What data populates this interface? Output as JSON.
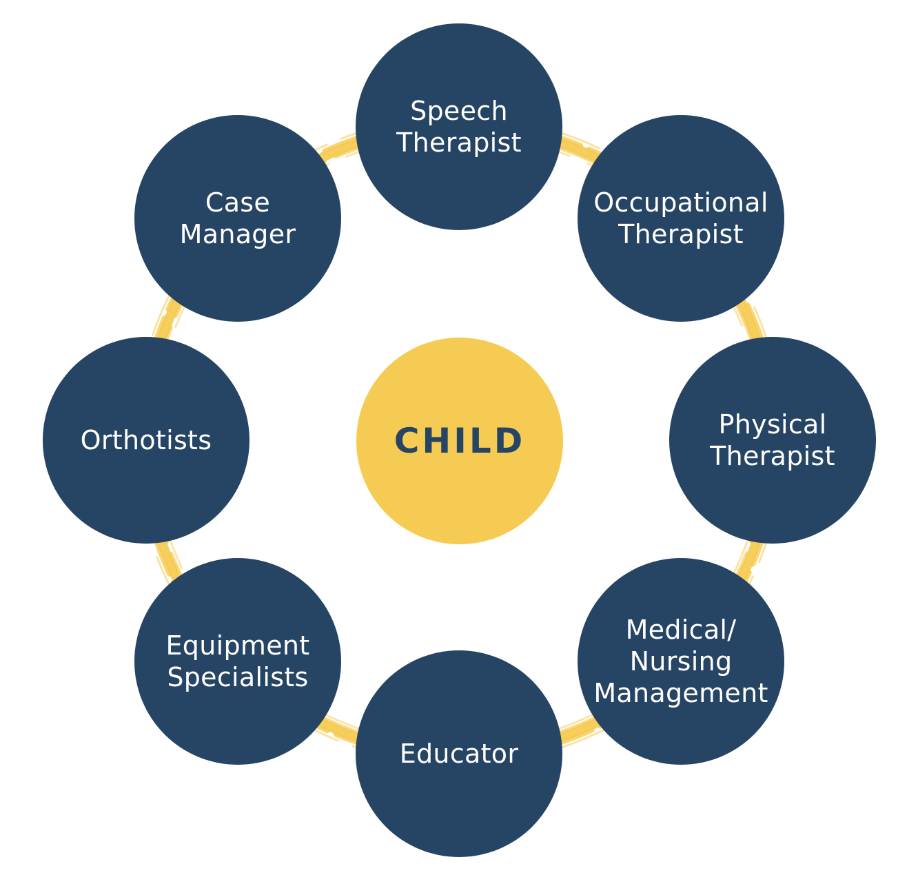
{
  "colors": {
    "node_fill": "#264463",
    "center_fill": "#F6CB53",
    "center_text": "#264463",
    "ring": "#F6CB53",
    "node_text": "#FFFFFF"
  },
  "center": {
    "label": "CHILD"
  },
  "nodes": [
    {
      "id": "speech-therapist",
      "lines": [
        "Speech",
        "Therapist"
      ]
    },
    {
      "id": "occupational-therapist",
      "lines": [
        "Occupational",
        "Therapist"
      ]
    },
    {
      "id": "physical-therapist",
      "lines": [
        "Physical",
        "Therapist"
      ]
    },
    {
      "id": "medical-nursing-management",
      "lines": [
        "Medical/",
        "Nursing",
        "Management"
      ]
    },
    {
      "id": "educator",
      "lines": [
        "Educator"
      ]
    },
    {
      "id": "equipment-specialists",
      "lines": [
        "Equipment",
        "Specialists"
      ]
    },
    {
      "id": "orthotists",
      "lines": [
        "Orthotists"
      ]
    },
    {
      "id": "case-manager",
      "lines": [
        "Case",
        "Manager"
      ]
    }
  ]
}
